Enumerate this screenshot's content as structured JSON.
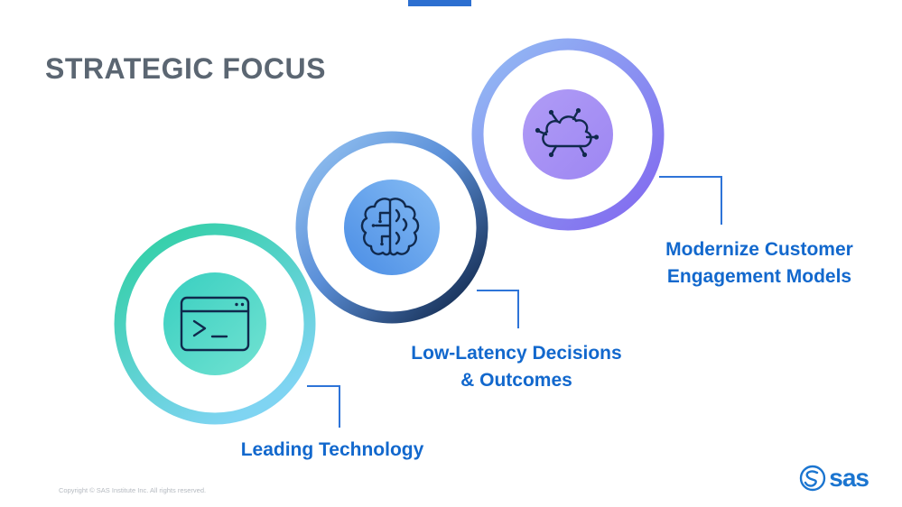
{
  "slide": {
    "title": "STRATEGIC FOCUS",
    "footer": "Copyright © SAS Institute Inc. All rights reserved.",
    "logo_text": "sas"
  },
  "items": [
    {
      "id": "leading-technology",
      "label_lines": [
        "Leading Technology"
      ],
      "icon": "terminal-window-icon",
      "ring_gradient": [
        "#2ccfa0",
        "#7fd4f2"
      ],
      "inner_gradient": [
        "#38cfc0",
        "#72e2d2"
      ]
    },
    {
      "id": "low-latency-decisions-outcomes",
      "label_lines": [
        "Low-Latency Decisions",
        "& Outcomes"
      ],
      "icon": "circuit-brain-icon",
      "ring_gradient": [
        "#98c6f3",
        "#0a1e3e"
      ],
      "inner_gradient": [
        "#4a8de5",
        "#86bcf4"
      ]
    },
    {
      "id": "modernize-customer-engagement-models",
      "label_lines": [
        "Modernize Customer",
        "Engagement Models"
      ],
      "icon": "connected-cloud-icon",
      "ring_gradient": [
        "#93bdf4",
        "#8166ef"
      ],
      "inner_gradient": [
        "#b09cf6",
        "#9d86f2"
      ]
    }
  ],
  "colors": {
    "label_blue": "#1268cd",
    "connector_blue": "#2e74d8",
    "title_gray": "#5b6672",
    "icon_navy": "#10294d",
    "sas_blue": "#1b75d0",
    "top_bar_blue": "#2d6fd0",
    "footer_gray": "#b5bac0"
  }
}
